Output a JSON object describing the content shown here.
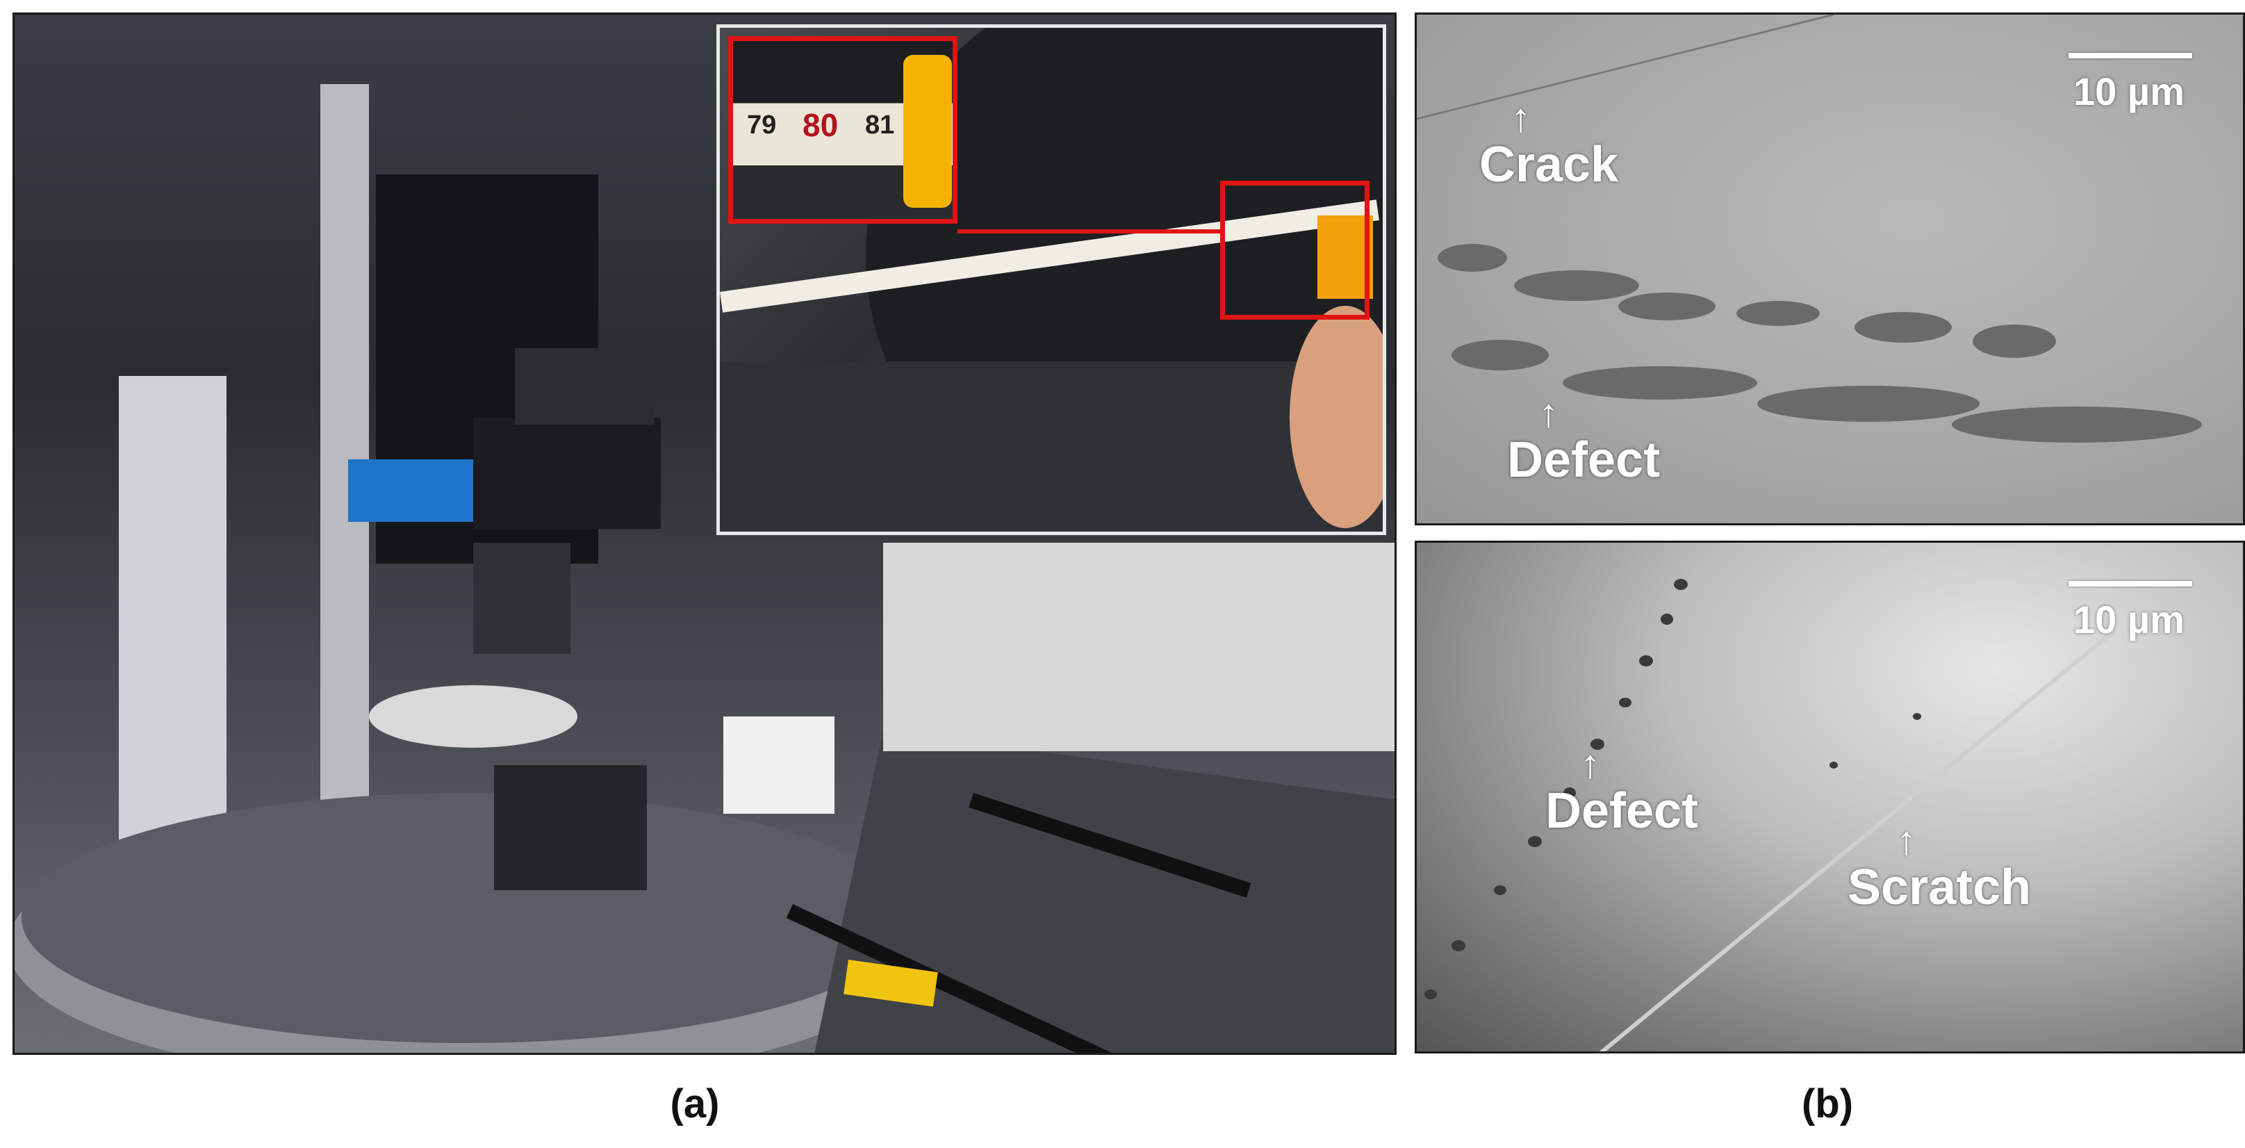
{
  "panel_a": {
    "inset": {
      "ruler_numbers": [
        "79",
        "80",
        "81"
      ],
      "highlight_color": "#e01414"
    }
  },
  "panel_b_top": {
    "scale_bar": "10 µm",
    "labels": {
      "crack": "Crack",
      "defect": "Defect"
    }
  },
  "panel_b_bottom": {
    "scale_bar": "10 µm",
    "labels": {
      "defect": "Defect",
      "scratch": "Scratch"
    }
  },
  "captions": {
    "a": "(a)",
    "b": "(b)"
  },
  "icons": {
    "arrow": "up-arrow-icon"
  }
}
